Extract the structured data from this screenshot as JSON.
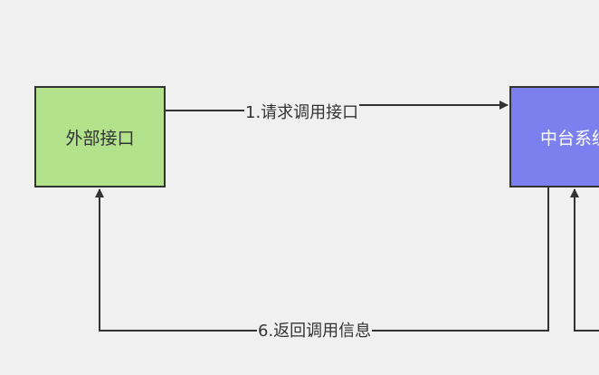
{
  "nodes": {
    "external": {
      "label": "外部接口",
      "fill": "#b2e28c"
    },
    "platform": {
      "label": "中台系统",
      "fill": "#7b80ee"
    }
  },
  "edges": {
    "request": {
      "label": "1.请求调用接口"
    },
    "return": {
      "label": "6.返回调用信息"
    }
  },
  "colors": {
    "background": "#f0f0f0",
    "stroke": "#333333"
  }
}
